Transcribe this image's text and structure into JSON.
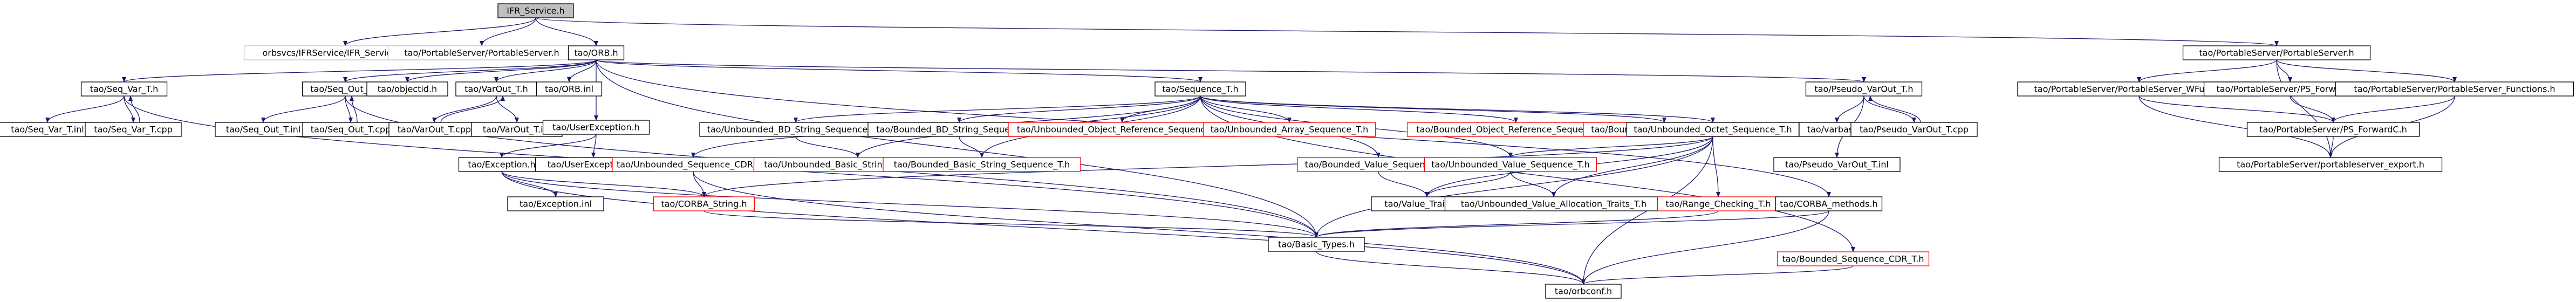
{
  "nodes": [
    {
      "id": "ifr_service_h",
      "label": "IFR_Service.h",
      "style": "root"
    },
    {
      "id": "ifr_service_links",
      "label": "orbsvcs/IFRService/IFR_Service_Utils.h",
      "style": "grey"
    },
    {
      "id": "portable_server_h",
      "label": "tao/PortableServer/PortableServer.h",
      "style": "grey"
    },
    {
      "id": "orb_h",
      "label": "tao/ORB.h",
      "style": "black"
    },
    {
      "id": "ps_portableserver_h",
      "label": "tao/PortableServer/PortableServer.h",
      "style": "black"
    },
    {
      "id": "seq_var_t_h",
      "label": "tao/Seq_Var_T.h",
      "style": "black"
    },
    {
      "id": "seq_out_t_h",
      "label": "tao/Seq_Out_T.h",
      "style": "black"
    },
    {
      "id": "objectid_h",
      "label": "tao/objectid.h",
      "style": "black"
    },
    {
      "id": "varout_t_h",
      "label": "tao/VarOut_T.h",
      "style": "black"
    },
    {
      "id": "orb_inl",
      "label": "tao/ORB.inl",
      "style": "black"
    },
    {
      "id": "sequence_t_h",
      "label": "tao/Sequence_T.h",
      "style": "black"
    },
    {
      "id": "pseudo_varout_t_h",
      "label": "tao/Pseudo_VarOut_T.h",
      "style": "black"
    },
    {
      "id": "ps_wfunctions_h",
      "label": "tao/PortableServer/PortableServer_WFunctions.h",
      "style": "black"
    },
    {
      "id": "ps_forwarda_h",
      "label": "tao/PortableServer/PS_ForwardA.h",
      "style": "black"
    },
    {
      "id": "ps_functions_h",
      "label": "tao/PortableServer/PortableServer_Functions.h",
      "style": "black"
    },
    {
      "id": "seq_var_t_inl",
      "label": "tao/Seq_Var_T.inl",
      "style": "black"
    },
    {
      "id": "seq_var_t_cpp",
      "label": "tao/Seq_Var_T.cpp",
      "style": "black"
    },
    {
      "id": "seq_out_t_inl",
      "label": "tao/Seq_Out_T.inl",
      "style": "black"
    },
    {
      "id": "seq_out_t_cpp",
      "label": "tao/Seq_Out_T.cpp",
      "style": "black"
    },
    {
      "id": "varout_t_cpp",
      "label": "tao/VarOut_T.cpp",
      "style": "black"
    },
    {
      "id": "varout_t_inl",
      "label": "tao/VarOut_T.inl",
      "style": "black"
    },
    {
      "id": "userexception_h",
      "label": "tao/UserException.h",
      "style": "black"
    },
    {
      "id": "unb_bd_string_h",
      "label": "tao/Unbounded_BD_String_Sequence_T.h",
      "style": "black"
    },
    {
      "id": "bnd_bd_string_h",
      "label": "tao/Bounded_BD_String_Sequence_T.h",
      "style": "black"
    },
    {
      "id": "unb_objref_h",
      "label": "tao/Unbounded_Object_Reference_Sequence_T.h",
      "style": "red"
    },
    {
      "id": "unb_array_h",
      "label": "tao/Unbounded_Array_Sequence_T.h",
      "style": "red"
    },
    {
      "id": "bnd_objref_h",
      "label": "tao/Bounded_Object_Reference_Sequence_T.h",
      "style": "red"
    },
    {
      "id": "bnd_array_h",
      "label": "tao/Bounded_Array_Sequence_T.h",
      "style": "red"
    },
    {
      "id": "unb_octet_h",
      "label": "tao/Unbounded_Octet_Sequence_T.h",
      "style": "black"
    },
    {
      "id": "varbase_h",
      "label": "tao/varbase.h",
      "style": "black"
    },
    {
      "id": "pseudo_varout_t_cpp",
      "label": "tao/Pseudo_VarOut_T.cpp",
      "style": "black"
    },
    {
      "id": "ps_forwardc_h",
      "label": "tao/PortableServer/PS_ForwardC.h",
      "style": "black"
    },
    {
      "id": "exception_h",
      "label": "tao/Exception.h",
      "style": "black"
    },
    {
      "id": "userexception_inl",
      "label": "tao/UserException.inl",
      "style": "black"
    },
    {
      "id": "unb_seq_cdr_h",
      "label": "tao/Unbounded_Sequence_CDR_T.h",
      "style": "red"
    },
    {
      "id": "unb_basic_string_h",
      "label": "tao/Unbounded_Basic_String_Sequence_T.h",
      "style": "red"
    },
    {
      "id": "bnd_basic_string_h",
      "label": "tao/Bounded_Basic_String_Sequence_T.h",
      "style": "red"
    },
    {
      "id": "bnd_value_h",
      "label": "tao/Bounded_Value_Sequence_T.h",
      "style": "red"
    },
    {
      "id": "unb_value_h",
      "label": "tao/Unbounded_Value_Sequence_T.h",
      "style": "red"
    },
    {
      "id": "pseudo_varout_t_inl",
      "label": "tao/Pseudo_VarOut_T.inl",
      "style": "black"
    },
    {
      "id": "ps_export_h",
      "label": "tao/PortableServer/portableserver_export.h",
      "style": "black"
    },
    {
      "id": "exception_inl",
      "label": "tao/Exception.inl",
      "style": "black"
    },
    {
      "id": "corba_string_h",
      "label": "tao/CORBA_String.h",
      "style": "red"
    },
    {
      "id": "value_traits_h",
      "label": "tao/Value_Traits_T.h",
      "style": "black"
    },
    {
      "id": "unb_value_alloc_h",
      "label": "tao/Unbounded_Value_Allocation_Traits_T.h",
      "style": "black"
    },
    {
      "id": "range_checking_h",
      "label": "tao/Range_Checking_T.h",
      "style": "red"
    },
    {
      "id": "corba_methods_h",
      "label": "tao/CORBA_methods.h",
      "style": "black"
    },
    {
      "id": "basic_types_h",
      "label": "tao/Basic_Types.h",
      "style": "black"
    },
    {
      "id": "bnd_seq_cdr_h",
      "label": "tao/Bounded_Sequence_CDR_T.h",
      "style": "red"
    },
    {
      "id": "orbconf_h",
      "label": "tao/orbconf.h",
      "style": "black"
    }
  ],
  "edges": [
    [
      "ifr_service_h",
      "ifr_service_links"
    ],
    [
      "ifr_service_h",
      "portable_server_h"
    ],
    [
      "ifr_service_h",
      "orb_h"
    ],
    [
      "ifr_service_h",
      "ps_portableserver_h"
    ],
    [
      "orb_h",
      "seq_var_t_h"
    ],
    [
      "orb_h",
      "seq_out_t_h"
    ],
    [
      "orb_h",
      "objectid_h"
    ],
    [
      "orb_h",
      "varout_t_h"
    ],
    [
      "orb_h",
      "orb_inl"
    ],
    [
      "orb_h",
      "sequence_t_h"
    ],
    [
      "orb_h",
      "pseudo_varout_t_h"
    ],
    [
      "orb_h",
      "userexception_h"
    ],
    [
      "orb_h",
      "corba_methods_h"
    ],
    [
      "orb_h",
      "basic_types_h"
    ],
    [
      "ps_portableserver_h",
      "ps_wfunctions_h"
    ],
    [
      "ps_portableserver_h",
      "ps_forwarda_h"
    ],
    [
      "ps_portableserver_h",
      "ps_functions_h"
    ],
    [
      "ps_portableserver_h",
      "ps_export_h"
    ],
    [
      "seq_var_t_h",
      "seq_var_t_inl"
    ],
    [
      "seq_var_t_h",
      "seq_var_t_cpp"
    ],
    [
      "seq_var_t_cpp",
      "seq_var_t_h"
    ],
    [
      "seq_var_t_h",
      "basic_types_h"
    ],
    [
      "seq_out_t_h",
      "seq_out_t_inl"
    ],
    [
      "seq_out_t_h",
      "seq_out_t_cpp"
    ],
    [
      "seq_out_t_cpp",
      "seq_out_t_h"
    ],
    [
      "seq_out_t_h",
      "basic_types_h"
    ],
    [
      "varout_t_h",
      "varout_t_cpp"
    ],
    [
      "varout_t_cpp",
      "varout_t_h"
    ],
    [
      "varout_t_h",
      "varout_t_inl"
    ],
    [
      "sequence_t_h",
      "unb_bd_string_h"
    ],
    [
      "sequence_t_h",
      "bnd_bd_string_h"
    ],
    [
      "sequence_t_h",
      "unb_objref_h"
    ],
    [
      "sequence_t_h",
      "unb_array_h"
    ],
    [
      "sequence_t_h",
      "bnd_objref_h"
    ],
    [
      "sequence_t_h",
      "bnd_array_h"
    ],
    [
      "sequence_t_h",
      "unb_octet_h"
    ],
    [
      "sequence_t_h",
      "unb_seq_cdr_h"
    ],
    [
      "sequence_t_h",
      "unb_basic_string_h"
    ],
    [
      "sequence_t_h",
      "bnd_basic_string_h"
    ],
    [
      "sequence_t_h",
      "bnd_value_h"
    ],
    [
      "sequence_t_h",
      "unb_value_h"
    ],
    [
      "sequence_t_h",
      "bnd_seq_cdr_h"
    ],
    [
      "unb_bd_string_h",
      "unb_basic_string_h"
    ],
    [
      "bnd_bd_string_h",
      "bnd_basic_string_h"
    ],
    [
      "unb_octet_h",
      "unb_value_h"
    ],
    [
      "unb_octet_h",
      "value_traits_h"
    ],
    [
      "unb_octet_h",
      "unb_value_alloc_h"
    ],
    [
      "unb_octet_h",
      "range_checking_h"
    ],
    [
      "unb_octet_h",
      "corba_string_h"
    ],
    [
      "unb_octet_h",
      "basic_types_h"
    ],
    [
      "unb_octet_h",
      "orbconf_h"
    ],
    [
      "unb_value_h",
      "value_traits_h"
    ],
    [
      "unb_value_h",
      "unb_value_alloc_h"
    ],
    [
      "bnd_value_h",
      "value_traits_h"
    ],
    [
      "pseudo_varout_t_h",
      "varbase_h"
    ],
    [
      "pseudo_varout_t_h",
      "pseudo_varout_t_cpp"
    ],
    [
      "pseudo_varout_t_cpp",
      "pseudo_varout_t_h"
    ],
    [
      "pseudo_varout_t_h",
      "pseudo_varout_t_inl"
    ],
    [
      "ps_wfunctions_h",
      "ps_export_h"
    ],
    [
      "ps_wfunctions_h",
      "ps_forwardc_h"
    ],
    [
      "ps_forwarda_h",
      "ps_forwardc_h"
    ],
    [
      "ps_functions_h",
      "ps_forwardc_h"
    ],
    [
      "ps_functions_h",
      "ps_export_h"
    ],
    [
      "ps_forwardc_h",
      "ps_export_h"
    ],
    [
      "userexception_h",
      "exception_h"
    ],
    [
      "userexception_h",
      "userexception_inl"
    ],
    [
      "exception_h",
      "exception_inl"
    ],
    [
      "exception_h",
      "corba_string_h"
    ],
    [
      "exception_h",
      "basic_types_h"
    ],
    [
      "exception_h",
      "orbconf_h"
    ],
    [
      "unb_seq_cdr_h",
      "corba_string_h"
    ],
    [
      "corba_string_h",
      "basic_types_h"
    ],
    [
      "unb_seq_cdr_h",
      "orbconf_h"
    ],
    [
      "range_checking_h",
      "basic_types_h"
    ],
    [
      "corba_methods_h",
      "basic_types_h"
    ],
    [
      "corba_methods_h",
      "orbconf_h"
    ],
    [
      "bnd_seq_cdr_h",
      "orbconf_h"
    ],
    [
      "basic_types_h",
      "orbconf_h"
    ]
  ]
}
